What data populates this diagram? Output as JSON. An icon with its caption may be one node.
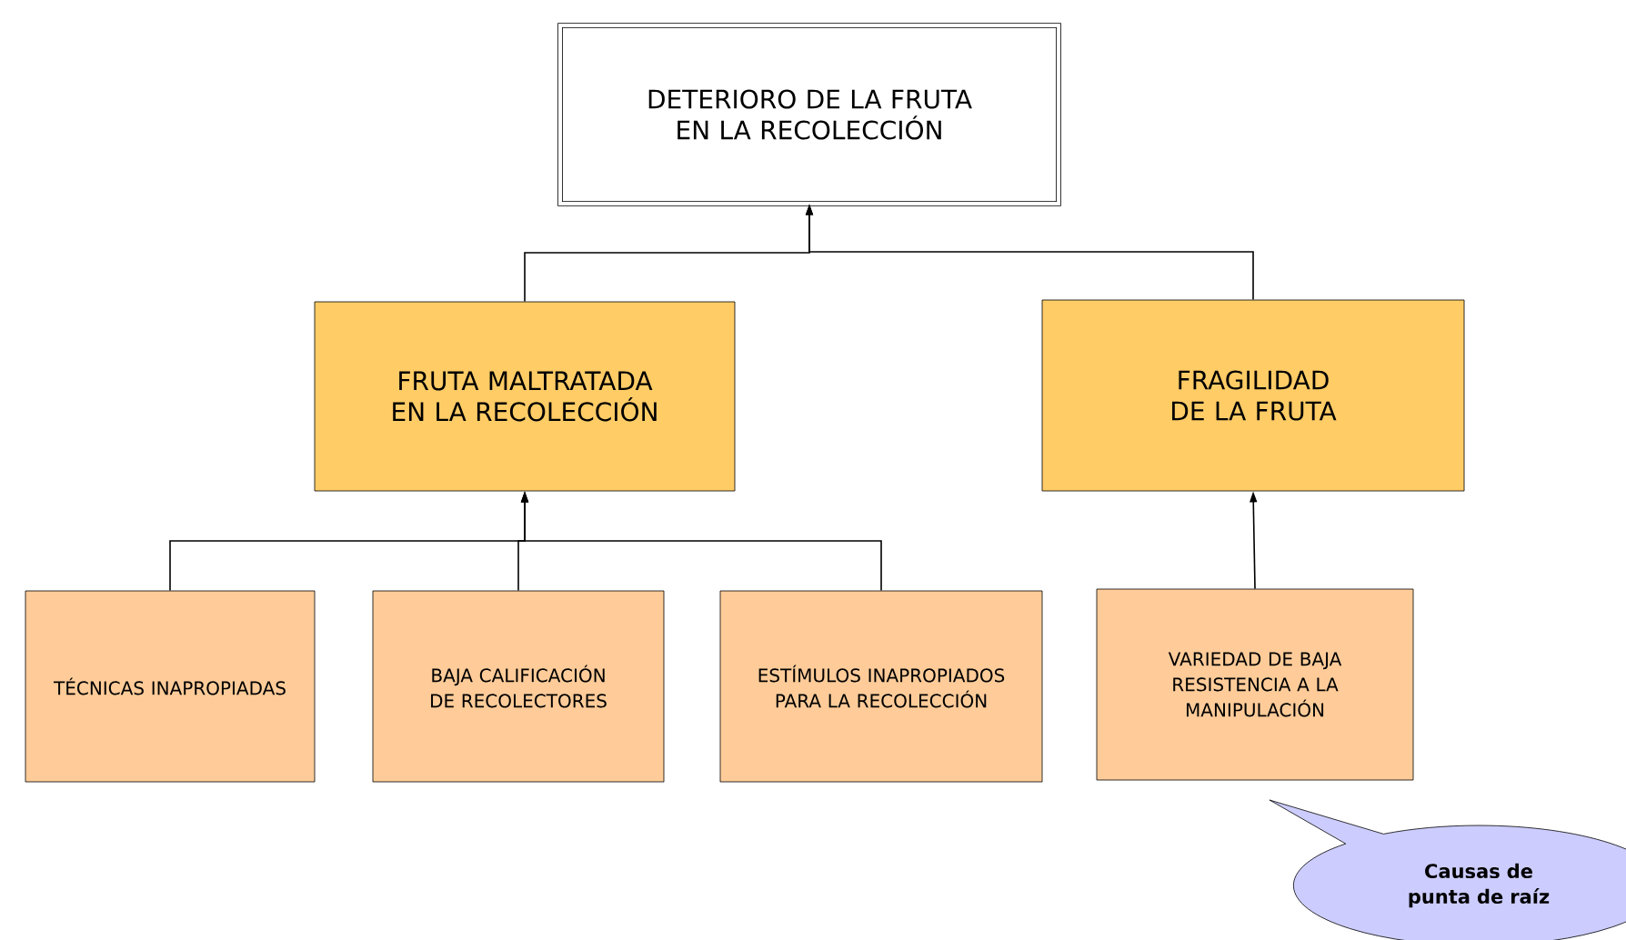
{
  "diagram": {
    "nodes": [
      {
        "text": [
          "DETERIORO DE LA FRUTA EN LA RECOLECCIÓN"
        ]
      },
      {
        "text": [
          "FRUTA MALTRATADA EN LA RECOLECCIÓN"
        ]
      },
      {
        "text": [
          "FRAGILIDAD DE LA FRUTA"
        ]
      },
      {
        "text": [
          "TÉCNICAS INAPROPIADAS"
        ]
      },
      {
        "text": [
          "BAJA CALIFICACIÓN DE RECOLECTORES"
        ]
      },
      {
        "text": [
          "ESTÍMULOS INAPROPIADOS PARA LA RECOLECCIÓN"
        ]
      },
      {
        "text": [
          "VARIEDAD DE BAJA RESISTENCIA A LA MANIPULACIÓN"
        ]
      },
      {
        "text": [
          "Causas de punta de raíz"
        ]
      }
    ],
    "edges": [
      {
        "from": 1,
        "to": 0,
        "arrow": "to"
      },
      {
        "from": 2,
        "to": 0,
        "arrow": "to"
      },
      {
        "from": 3,
        "to": 1,
        "arrow": "to"
      },
      {
        "from": 4,
        "to": 1,
        "arrow": "to"
      },
      {
        "from": 5,
        "to": 1,
        "arrow": "to"
      },
      {
        "from": 6,
        "to": 2,
        "arrow": "to"
      }
    ]
  }
}
